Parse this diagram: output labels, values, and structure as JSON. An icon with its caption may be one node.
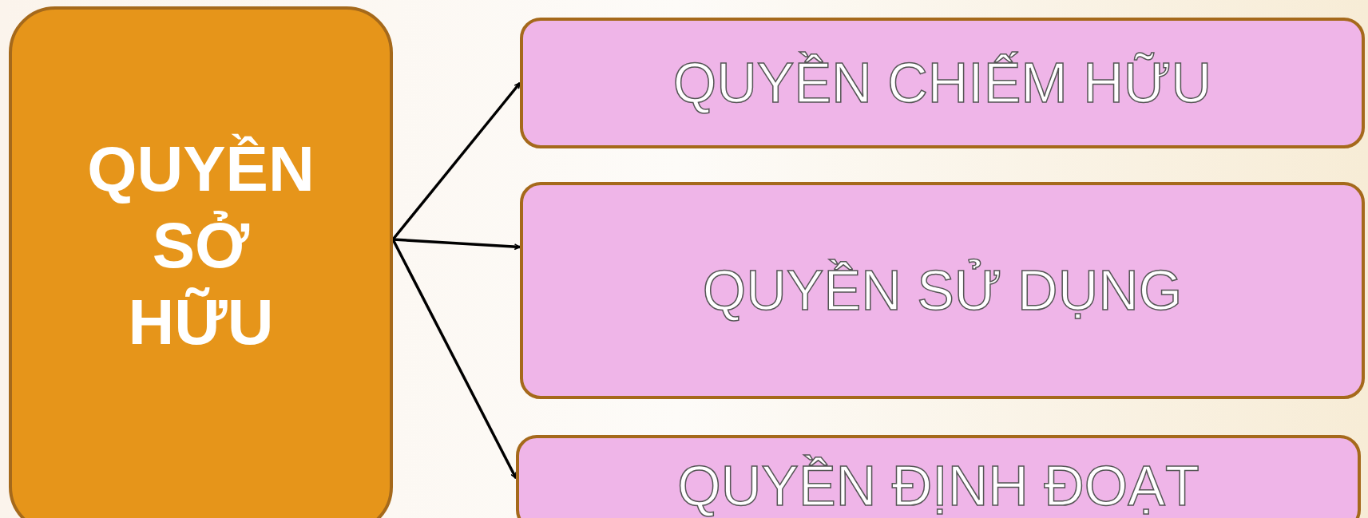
{
  "diagram": {
    "nodes": [
      {
        "text": [
          "QUYỀN SỞ HỮU"
        ]
      },
      {
        "text": [
          "QUYỀN CHIẾM HỮU"
        ]
      },
      {
        "text": [
          "QUYỀN SỬ DỤNG"
        ]
      },
      {
        "text": [
          "QUYỀN ĐỊNH ĐOẠT"
        ]
      }
    ],
    "edges": [
      {
        "from": 0,
        "to": 1,
        "arrow": "to"
      },
      {
        "from": 0,
        "to": 2,
        "arrow": "to"
      },
      {
        "from": 0,
        "to": 3,
        "arrow": "to"
      }
    ]
  }
}
